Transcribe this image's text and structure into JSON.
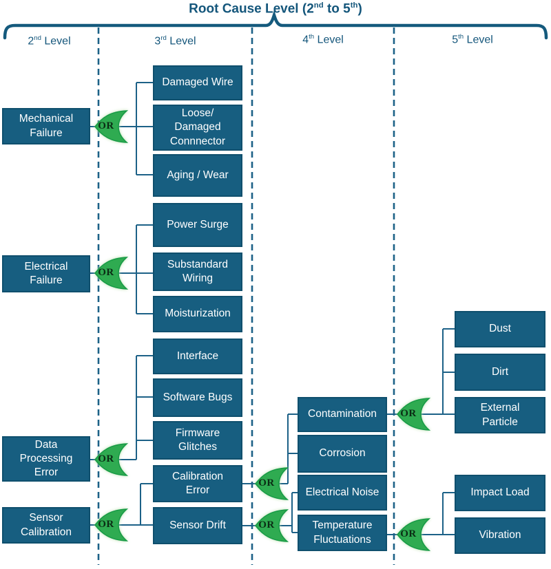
{
  "title": {
    "prefix": "Root Cause Level (2",
    "sup1": "nd",
    "mid": " to 5",
    "sup2": "th",
    "suffix": ")"
  },
  "columns": [
    {
      "num": "2",
      "ord": "nd",
      "word": " Level"
    },
    {
      "num": "3",
      "ord": "rd",
      "word": " Level"
    },
    {
      "num": "4",
      "ord": "th",
      "word": " Level"
    },
    {
      "num": "5",
      "ord": "th",
      "word": " Level"
    }
  ],
  "or_label": "OR",
  "colors": {
    "box_fill": "#175e80",
    "box_border": "#0f4f6d",
    "line": "#1c6187",
    "gate_fill": "#2fab51",
    "gate_border": "#179a46",
    "heading_text": "#14567b",
    "node_text": "#ffffff"
  },
  "nodes": {
    "mechanical_failure": {
      "label": "Mechanical\nFailure"
    },
    "electrical_failure": {
      "label": "Electrical\nFailure"
    },
    "data_processing_error": {
      "label": "Data\nProcessing\nError"
    },
    "sensor_calibration": {
      "label": "Sensor\nCalibration"
    },
    "damaged_wire": {
      "label": "Damaged Wire"
    },
    "loose_damaged_connector": {
      "label": "Loose/\nDamaged\nConnnector"
    },
    "aging_wear": {
      "label": "Aging / Wear"
    },
    "power_surge": {
      "label": "Power Surge"
    },
    "substandard_wiring": {
      "label": "Substandard\nWiring"
    },
    "moisturization": {
      "label": "Moisturization"
    },
    "interface": {
      "label": "Interface"
    },
    "software_bugs": {
      "label": "Software Bugs"
    },
    "firmware_glitches": {
      "label": "Firmware\nGlitches"
    },
    "calibration_error": {
      "label": "Calibration\nError"
    },
    "sensor_drift": {
      "label": "Sensor Drift"
    },
    "contamination": {
      "label": "Contamination"
    },
    "corrosion": {
      "label": "Corrosion"
    },
    "electrical_noise": {
      "label": "Electrical Noise"
    },
    "temperature_fluctuations": {
      "label": "Temperature\nFluctuations"
    },
    "dust": {
      "label": "Dust"
    },
    "dirt": {
      "label": "Dirt"
    },
    "external_particle": {
      "label": "External\nParticle"
    },
    "impact_load": {
      "label": "Impact Load"
    },
    "vibration": {
      "label": "Vibration"
    }
  },
  "edges": [
    {
      "parent": "mechanical_failure",
      "gate": "OR",
      "children": [
        "damaged_wire",
        "loose_damaged_connector",
        "aging_wear"
      ]
    },
    {
      "parent": "electrical_failure",
      "gate": "OR",
      "children": [
        "power_surge",
        "substandard_wiring",
        "moisturization"
      ]
    },
    {
      "parent": "data_processing_error",
      "gate": "OR",
      "children": [
        "interface",
        "software_bugs",
        "firmware_glitches"
      ]
    },
    {
      "parent": "sensor_calibration",
      "gate": "OR",
      "children": [
        "calibration_error",
        "sensor_drift"
      ]
    },
    {
      "parent": "calibration_error",
      "gate": "OR",
      "children": [
        "contamination",
        "corrosion"
      ]
    },
    {
      "parent": "sensor_drift",
      "gate": "OR",
      "children": [
        "electrical_noise",
        "temperature_fluctuations"
      ]
    },
    {
      "parent": "contamination",
      "gate": "OR",
      "children": [
        "dust",
        "dirt",
        "external_particle"
      ]
    },
    {
      "parent": "temperature_fluctuations",
      "gate": "OR",
      "children": [
        "impact_load",
        "vibration"
      ]
    }
  ]
}
